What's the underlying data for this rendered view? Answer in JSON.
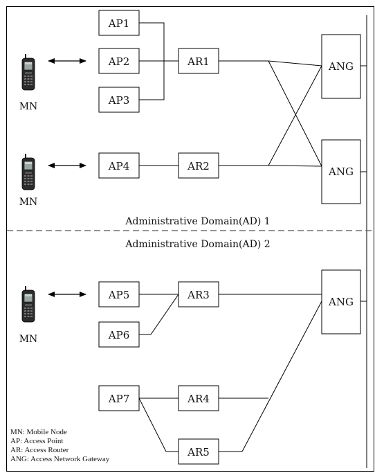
{
  "nodes": {
    "ap1": "AP1",
    "ap2": "AP2",
    "ap3": "AP3",
    "ap4": "AP4",
    "ap5": "AP5",
    "ap6": "AP6",
    "ap7": "AP7",
    "ar1": "AR1",
    "ar2": "AR2",
    "ar3": "AR3",
    "ar4": "AR4",
    "ar5": "AR5",
    "ang1": "ANG",
    "ang2": "ANG",
    "ang3": "ANG"
  },
  "mobile_nodes": [
    "MN",
    "MN",
    "MN"
  ],
  "domains": {
    "ad1": "Administrative Domain(AD) 1",
    "ad2": "Administrative Domain(AD) 2"
  },
  "legend": [
    "MN: Mobile Node",
    "AP: Access Point",
    "AR: Access Router",
    "ANG: Access Network Gateway"
  ]
}
